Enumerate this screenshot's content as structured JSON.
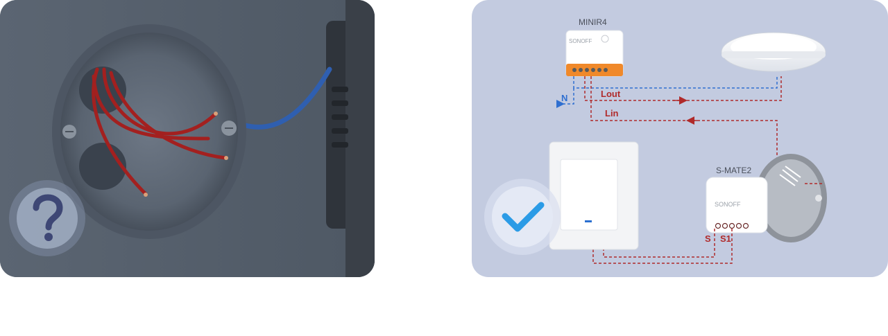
{
  "right_panel": {
    "module_label": "MINIR4",
    "module_brand": "SONOFF",
    "switch_module_label": "S-MATE2",
    "switch_module_brand": "SONOFF",
    "wire_labels": {
      "neutral": "N",
      "load_out": "Lout",
      "load_in": "Lin",
      "switch_s": "S",
      "switch_s1": "S1"
    }
  },
  "colors": {
    "left_bg": "#56606c",
    "right_bg": "#c3cbe0",
    "neutral_wire": "#2f6fd0",
    "live_wire": "#b02a2a",
    "check": "#2b9be6",
    "question": "#3e4775",
    "module_orange": "#f0892a"
  },
  "icons": {
    "left_badge": "question-mark-icon",
    "right_badge": "check-mark-icon"
  }
}
